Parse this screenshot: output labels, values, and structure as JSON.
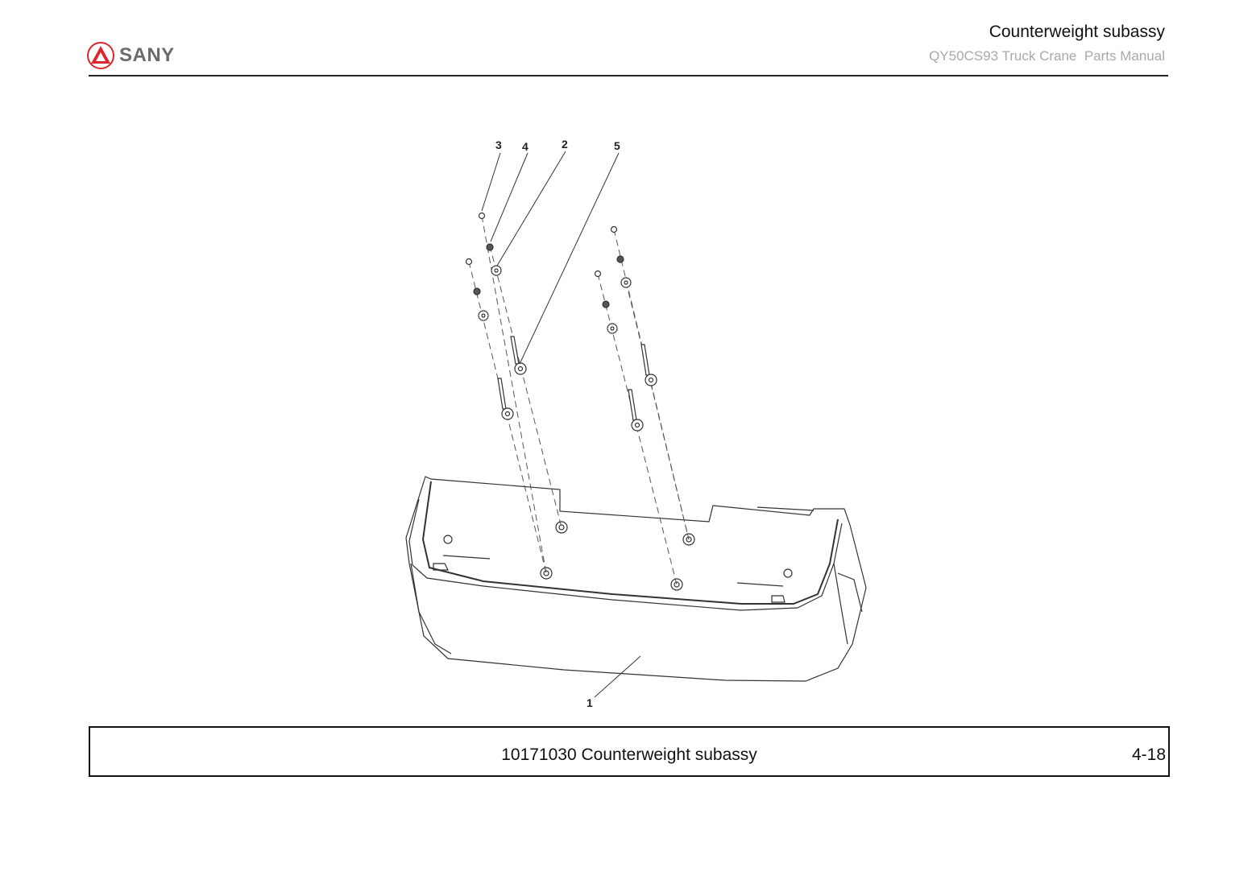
{
  "header": {
    "brand": "SANY",
    "title": "Counterweight subassy",
    "subtitle": "QY50CS93 Truck Crane  Parts Manual",
    "logo_color": "#e0242b"
  },
  "diagram": {
    "callouts": [
      "1",
      "2",
      "3",
      "4",
      "5"
    ]
  },
  "caption": {
    "text": "10171030 Counterweight subassy",
    "page": "4-18"
  }
}
